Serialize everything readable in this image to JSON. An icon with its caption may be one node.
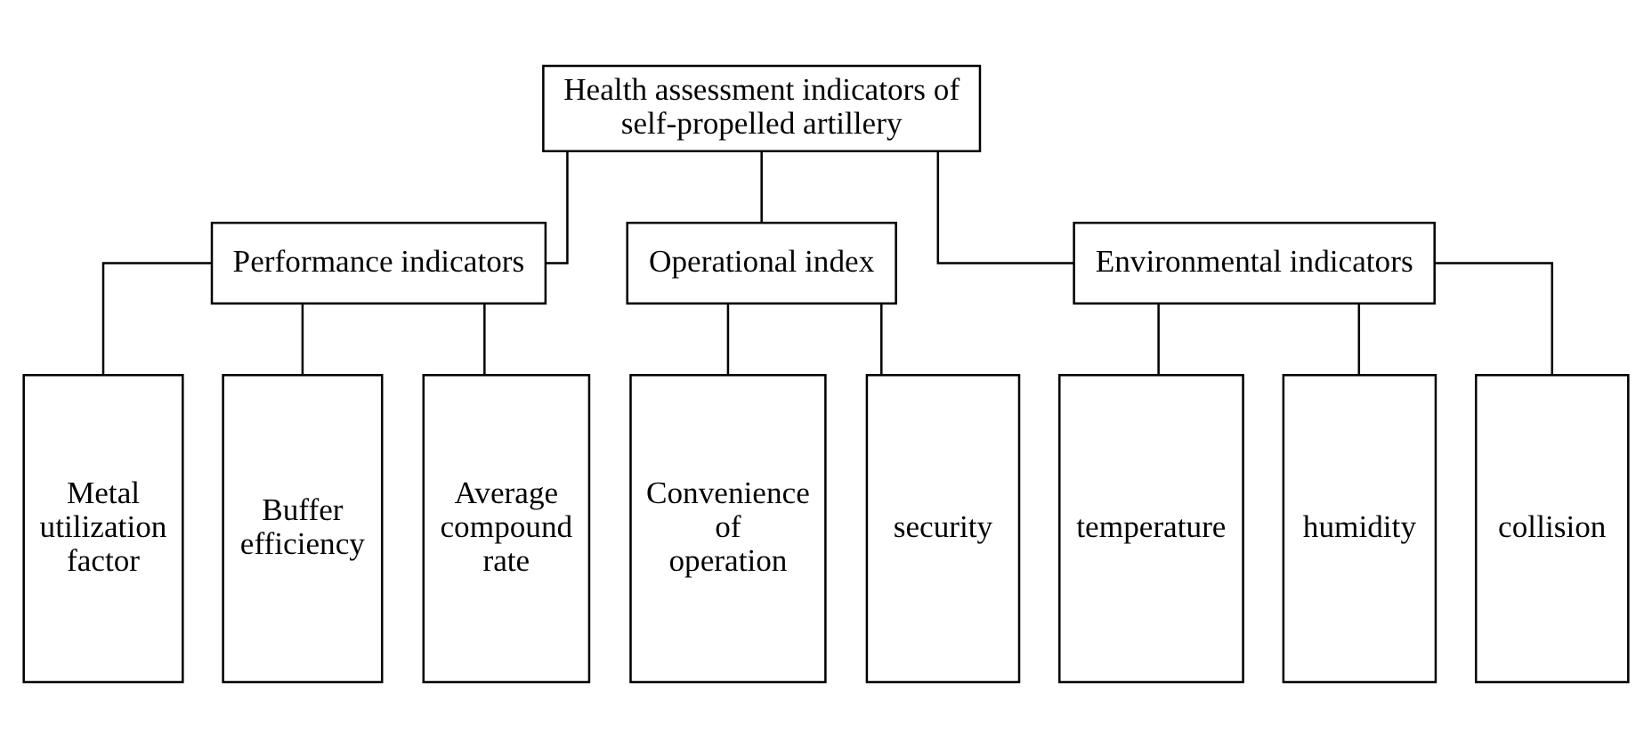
{
  "diagram": {
    "nodes": [
      {
        "text": [
          "Health assessment indicators of self-propelled artillery"
        ]
      },
      {
        "text": [
          "Performance indicators"
        ]
      },
      {
        "text": [
          "Operational index"
        ]
      },
      {
        "text": [
          "Environmental indicators"
        ]
      },
      {
        "text": [
          "Metal utilization factor"
        ]
      },
      {
        "text": [
          "Buffer efficiency"
        ]
      },
      {
        "text": [
          "Average compound rate"
        ]
      },
      {
        "text": [
          "Convenience of operation"
        ]
      },
      {
        "text": [
          "security"
        ]
      },
      {
        "text": [
          "temperature"
        ]
      },
      {
        "text": [
          "humidity"
        ]
      },
      {
        "text": [
          "collision"
        ]
      }
    ],
    "edges": [
      {
        "from": 0,
        "to": 1,
        "arrow": "none"
      },
      {
        "from": 0,
        "to": 2,
        "arrow": "none"
      },
      {
        "from": 0,
        "to": 3,
        "arrow": "none"
      },
      {
        "from": 1,
        "to": 4,
        "arrow": "none"
      },
      {
        "from": 1,
        "to": 5,
        "arrow": "none"
      },
      {
        "from": 1,
        "to": 6,
        "arrow": "none"
      },
      {
        "from": 2,
        "to": 7,
        "arrow": "none"
      },
      {
        "from": 2,
        "to": 8,
        "arrow": "none"
      },
      {
        "from": 3,
        "to": 9,
        "arrow": "none"
      },
      {
        "from": 3,
        "to": 10,
        "arrow": "none"
      },
      {
        "from": 3,
        "to": 11,
        "arrow": "none"
      }
    ]
  }
}
